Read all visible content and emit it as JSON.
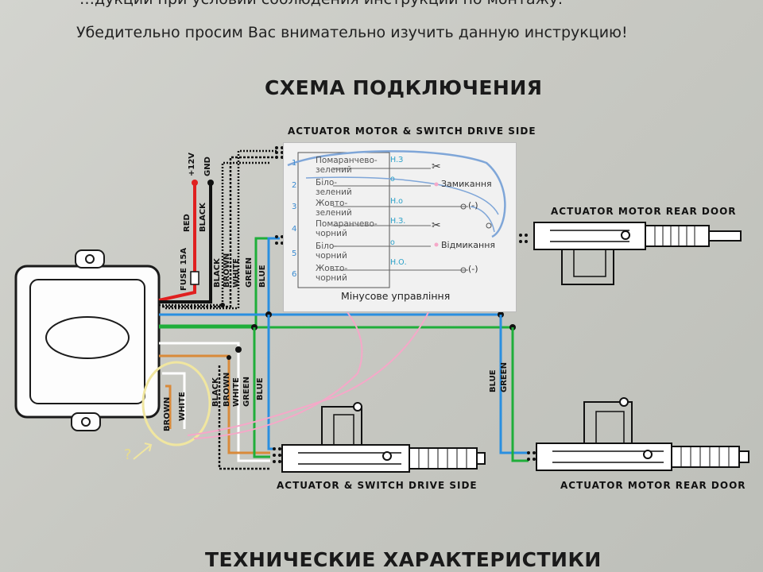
{
  "intro": {
    "line1": "…дукции при условии соблюдения инструкций по монтажу.",
    "line2": "Убедительно просим Вас внимательно изучить данную инструкцию!"
  },
  "title": "СХЕМА ПОДКЛЮЧЕНИЯ",
  "footer": "ТЕХНИЧЕСКИЕ ХАРАКТЕРИСТИКИ",
  "labels": {
    "actuator_top": "ACTUATOR  MOTOR & SWITCH DRIVE SIDE",
    "actuator_rear_top": "ACTUATOR  MOTOR REAR DOOR",
    "actuator_bottom": "ACTUATOR  &  SWITCH DRIVE SIDE",
    "actuator_rear_bottom": "ACTUATOR  MOTOR REAR DOOR",
    "plus12": "+12V",
    "gnd": "GND",
    "red": "RED",
    "black": "BLACK",
    "fuse": "FUSE 15A",
    "black2": "BLACK",
    "brown2": "BROWN",
    "white2": "WHITE",
    "green2": "GREEN",
    "blue2": "BLUE",
    "black3": "BLACK",
    "brown3": "BROWN",
    "white3": "WHITE",
    "green3": "GREEN",
    "blue3": "BLUE",
    "brown4": "BROWN",
    "white4": "WHITE",
    "blue_r": "BLUE",
    "green_r": "GREEN",
    "question": "?"
  },
  "inset": {
    "rows": [
      {
        "num": "1",
        "name1": "Помаранчево-",
        "name2": "зелений",
        "code": "Н.З",
        "action": ""
      },
      {
        "num": "2",
        "name1": "Біло-",
        "name2": "зелений",
        "code": "o",
        "action": "Замикання"
      },
      {
        "num": "3",
        "name1": "Жовто-",
        "name2": "зелений",
        "code": "Н.о",
        "action": "(-)"
      },
      {
        "num": "4",
        "name1": "Помаранчево-",
        "name2": "чорний",
        "code": "Н.З.",
        "action": ""
      },
      {
        "num": "5",
        "name1": "Біло-",
        "name2": "чорний",
        "code": "o",
        "action": "Відмикання"
      },
      {
        "num": "6",
        "name1": "Жовто-",
        "name2": "чорний",
        "code": "Н.О.",
        "action": "(-)"
      }
    ],
    "caption": "Мінусове управління"
  },
  "colors": {
    "red": "#e02020",
    "black": "#111111",
    "blue": "#2a8fe0",
    "green": "#1fae3a",
    "white": "#ffffff",
    "brown": "#d98a3a",
    "pink": "#f5a8c8",
    "highlight": "#f0e6a0",
    "inset_blue": "#7fa6d8"
  }
}
